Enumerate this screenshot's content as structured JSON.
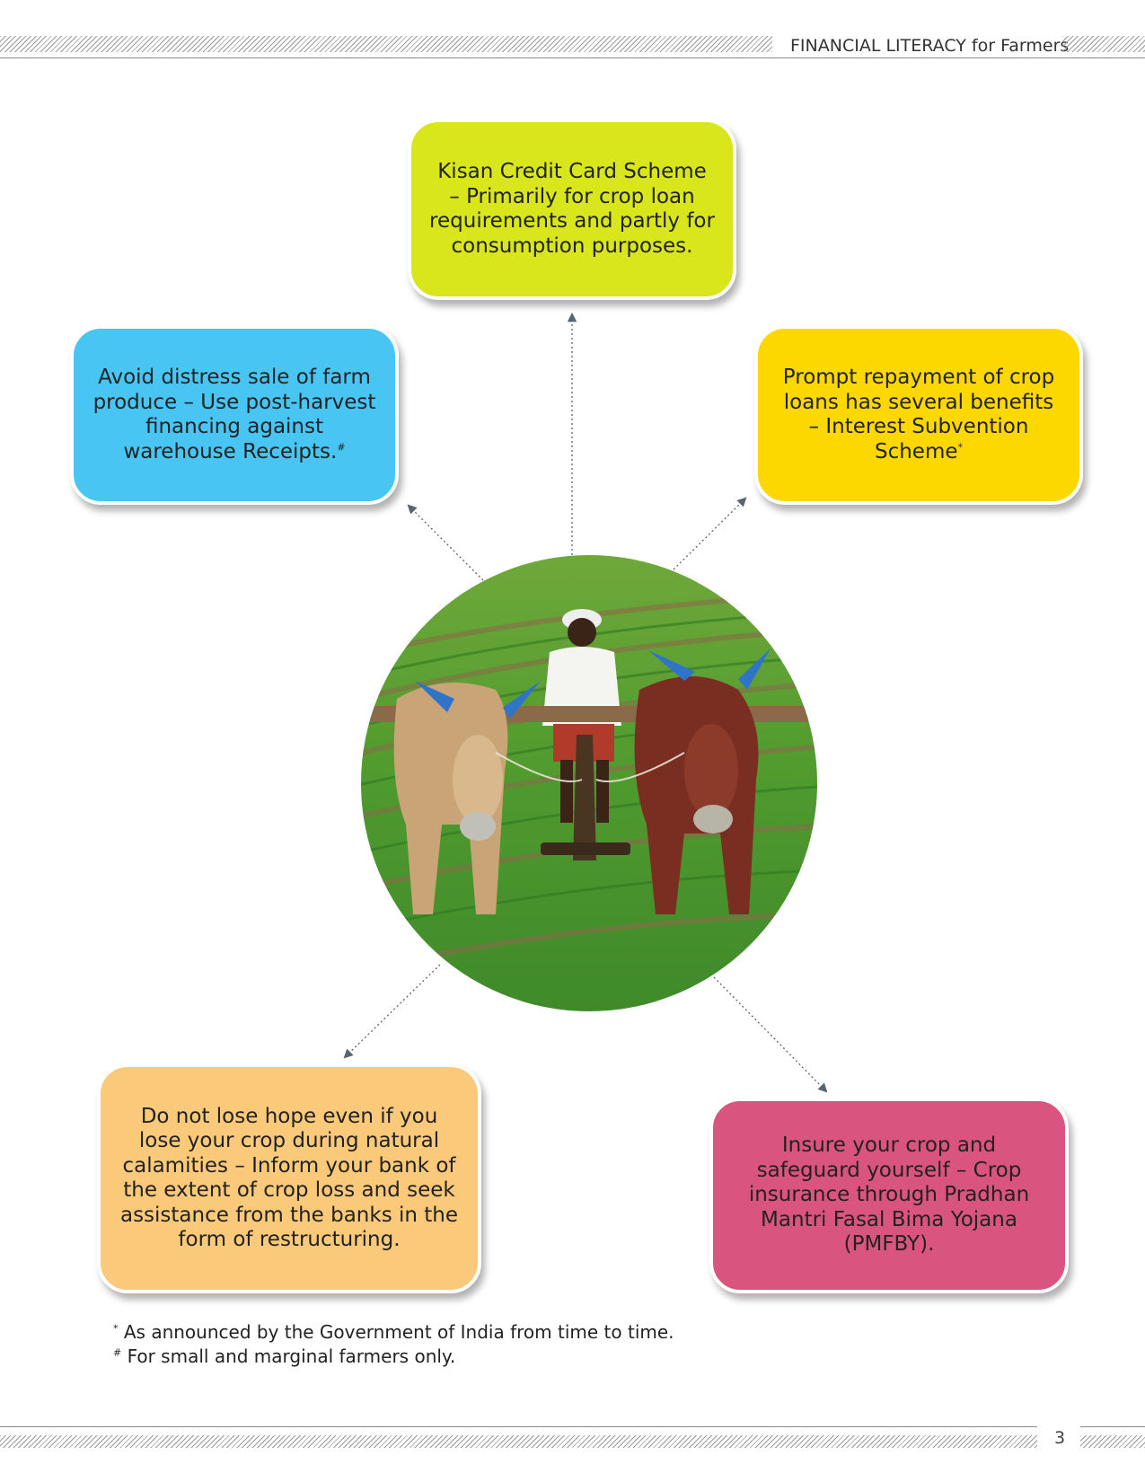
{
  "header": {
    "title": "FINANCIAL LITERACY for Farmers"
  },
  "footer": {
    "page_number": "3"
  },
  "boxes": {
    "kcc": {
      "text": "Kisan Credit Card Scheme – Primarily for crop loan requirements and partly for consumption purposes.",
      "color": "#d9e61c"
    },
    "distress": {
      "text": "Avoid distress sale of farm produce – Use post-harvest financing against warehouse Receipts.",
      "mark": "#",
      "color": "#48c5f3"
    },
    "repayment": {
      "text": "Prompt repayment of crop loans has several benefits – Interest Subvention Scheme",
      "mark": "*",
      "color": "#fdd800"
    },
    "hope": {
      "text": "Do not lose hope even if you lose your crop during natural calamities – Inform your bank of the extent of crop loss and seek assistance from the banks in the form of restructuring.",
      "color": "#fbc97a"
    },
    "insure": {
      "text": "Insure your crop and safeguard yourself – Crop insurance through Pradhan Mantri Fasal Bima Yojana (PMFBY).",
      "color": "#d9557f"
    }
  },
  "footnotes": [
    {
      "mark": "*",
      "text": "As announced by the Government of India from time to time."
    },
    {
      "mark": "#",
      "text": "For small and marginal farmers only."
    }
  ],
  "colors": {
    "arrow": "#5a6470",
    "rule": "#8a8a8a"
  },
  "image": {
    "subject": "farmer-ploughing-with-bullocks-photo"
  }
}
